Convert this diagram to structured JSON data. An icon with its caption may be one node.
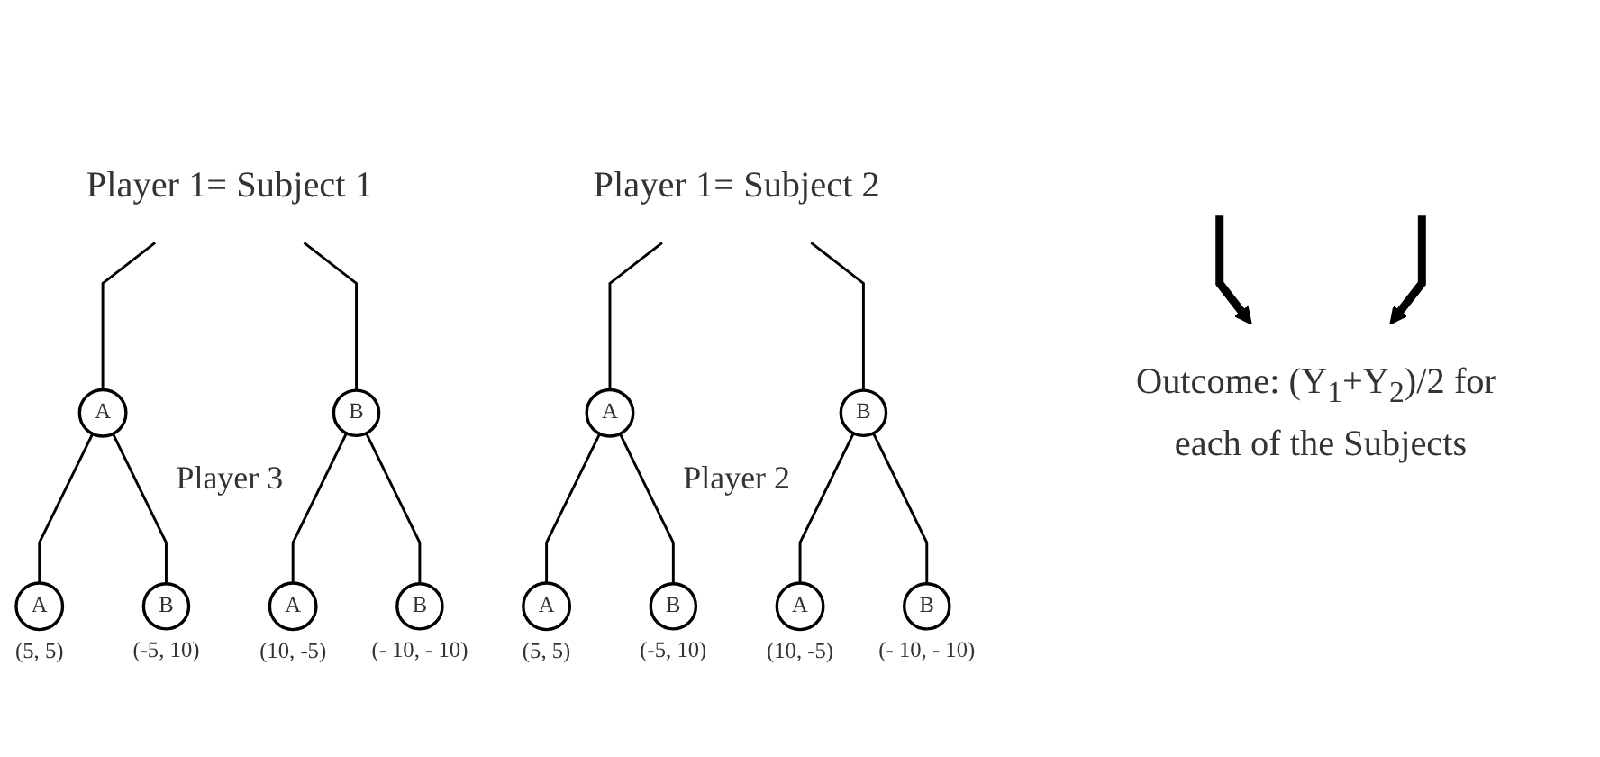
{
  "diagram": {
    "nodes": [
      {
        "text": [
          "Player 1= Subject 1"
        ]
      },
      {
        "text": [
          "A"
        ]
      },
      {
        "text": [
          "B"
        ]
      },
      {
        "text": [
          "A"
        ],
        "beside": [
          "(5, 5)"
        ]
      },
      {
        "text": [
          "B"
        ],
        "beside": [
          "(-5, 10)"
        ]
      },
      {
        "text": [
          "A"
        ],
        "beside": [
          "(10, -5)"
        ]
      },
      {
        "text": [
          "B"
        ],
        "beside": [
          "(- 10, - 10)"
        ]
      },
      {
        "text": [
          "Player 1= Subject 2"
        ]
      },
      {
        "text": [
          "A"
        ]
      },
      {
        "text": [
          "B"
        ]
      },
      {
        "text": [
          "A"
        ],
        "beside": [
          "(5, 5)"
        ]
      },
      {
        "text": [
          "B"
        ],
        "beside": [
          "(-5, 10)"
        ]
      },
      {
        "text": [
          "A"
        ],
        "beside": [
          "(10, -5)"
        ]
      },
      {
        "text": [
          "B"
        ],
        "beside": [
          "(- 10, - 10)"
        ]
      },
      {
        "text": [
          "Outcome: (Y$_{1}$+Y$_{2}$)/2 for each of the Subjects"
        ]
      }
    ],
    "edges": [
      {
        "from": 0,
        "to": 1,
        "arrow": "none"
      },
      {
        "from": 0,
        "to": 2,
        "arrow": "none"
      },
      {
        "from": 1,
        "to": 3,
        "arrow": "none"
      },
      {
        "from": 1,
        "to": 4,
        "arrow": "none"
      },
      {
        "from": 2,
        "to": 5,
        "arrow": "none"
      },
      {
        "from": 2,
        "to": 6,
        "arrow": "none"
      },
      {
        "from": 7,
        "to": 8,
        "arrow": "none"
      },
      {
        "from": 7,
        "to": 9,
        "arrow": "none"
      },
      {
        "from": 8,
        "to": 10,
        "arrow": "none"
      },
      {
        "from": 8,
        "to": 11,
        "arrow": "none"
      },
      {
        "from": 9,
        "to": 12,
        "arrow": "none"
      },
      {
        "from": 9,
        "to": 13,
        "arrow": "none"
      },
      {
        "from": null,
        "to": 14,
        "arrow": "to",
        "style": "thick"
      },
      {
        "from": null,
        "to": 14,
        "arrow": "to",
        "style": "thick"
      }
    ],
    "labels": [
      "Player 3",
      "Player 2"
    ]
  }
}
